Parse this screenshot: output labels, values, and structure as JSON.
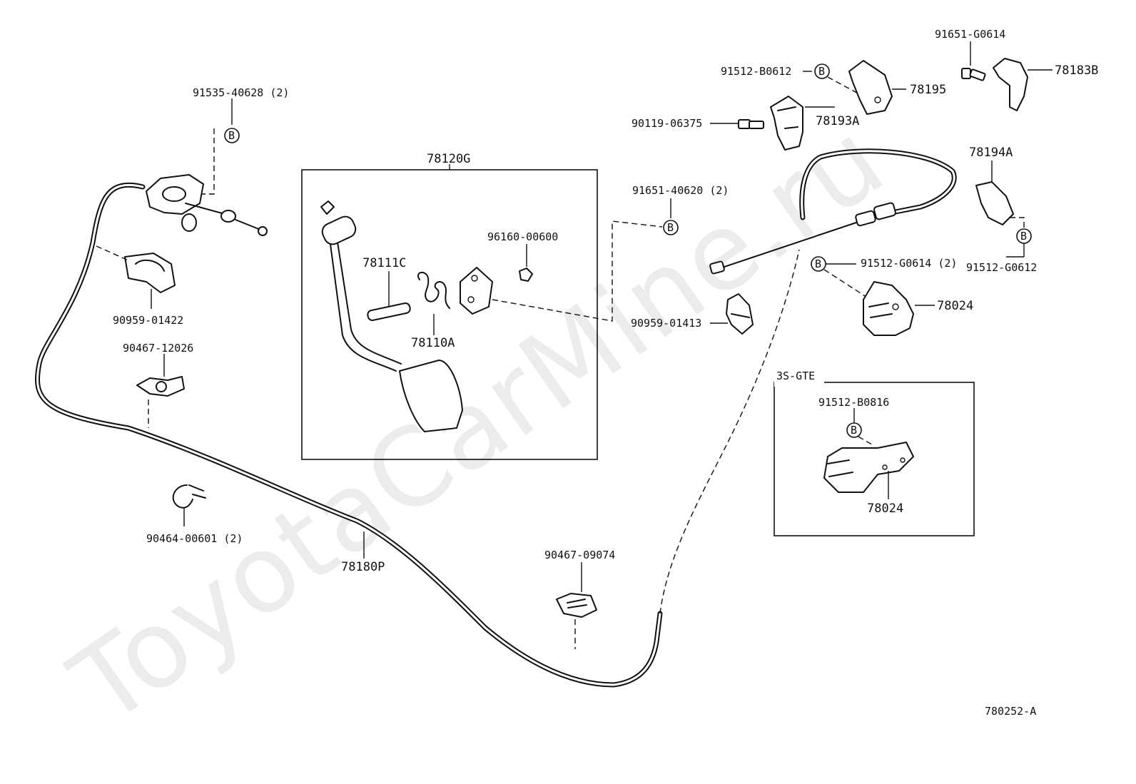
{
  "watermark": "ToyotaCarMine.ru",
  "diagram_code": "780252-A",
  "assembly_box": {
    "label": "78120G"
  },
  "variant_box": {
    "label": "3S-GTE"
  },
  "bolt_marker": "B",
  "parts": {
    "p91535": "91535-40628 (2)",
    "p90959a": "90959-01422",
    "p90467a": "90467-12026",
    "p90464": "90464-00601 (2)",
    "p78180P": "78180P",
    "p78111C": "78111C",
    "p78110A": "78110A",
    "p96160": "96160-00600",
    "p91651a": "91651-40620 (2)",
    "p90959b": "90959-01413",
    "p90467b": "90467-09074",
    "p91512a": "91512-B0612",
    "p90119": "90119-06375",
    "p78193A": "78193A",
    "p78195": "78195",
    "p91651b": "91651-G0614",
    "p78183B": "78183B",
    "p78194A": "78194A",
    "p91512b": "91512-G0612",
    "p91512c": "91512-G0614 (2)",
    "p78024a": "78024",
    "p91512d": "91512-B0816",
    "p78024b": "78024"
  }
}
